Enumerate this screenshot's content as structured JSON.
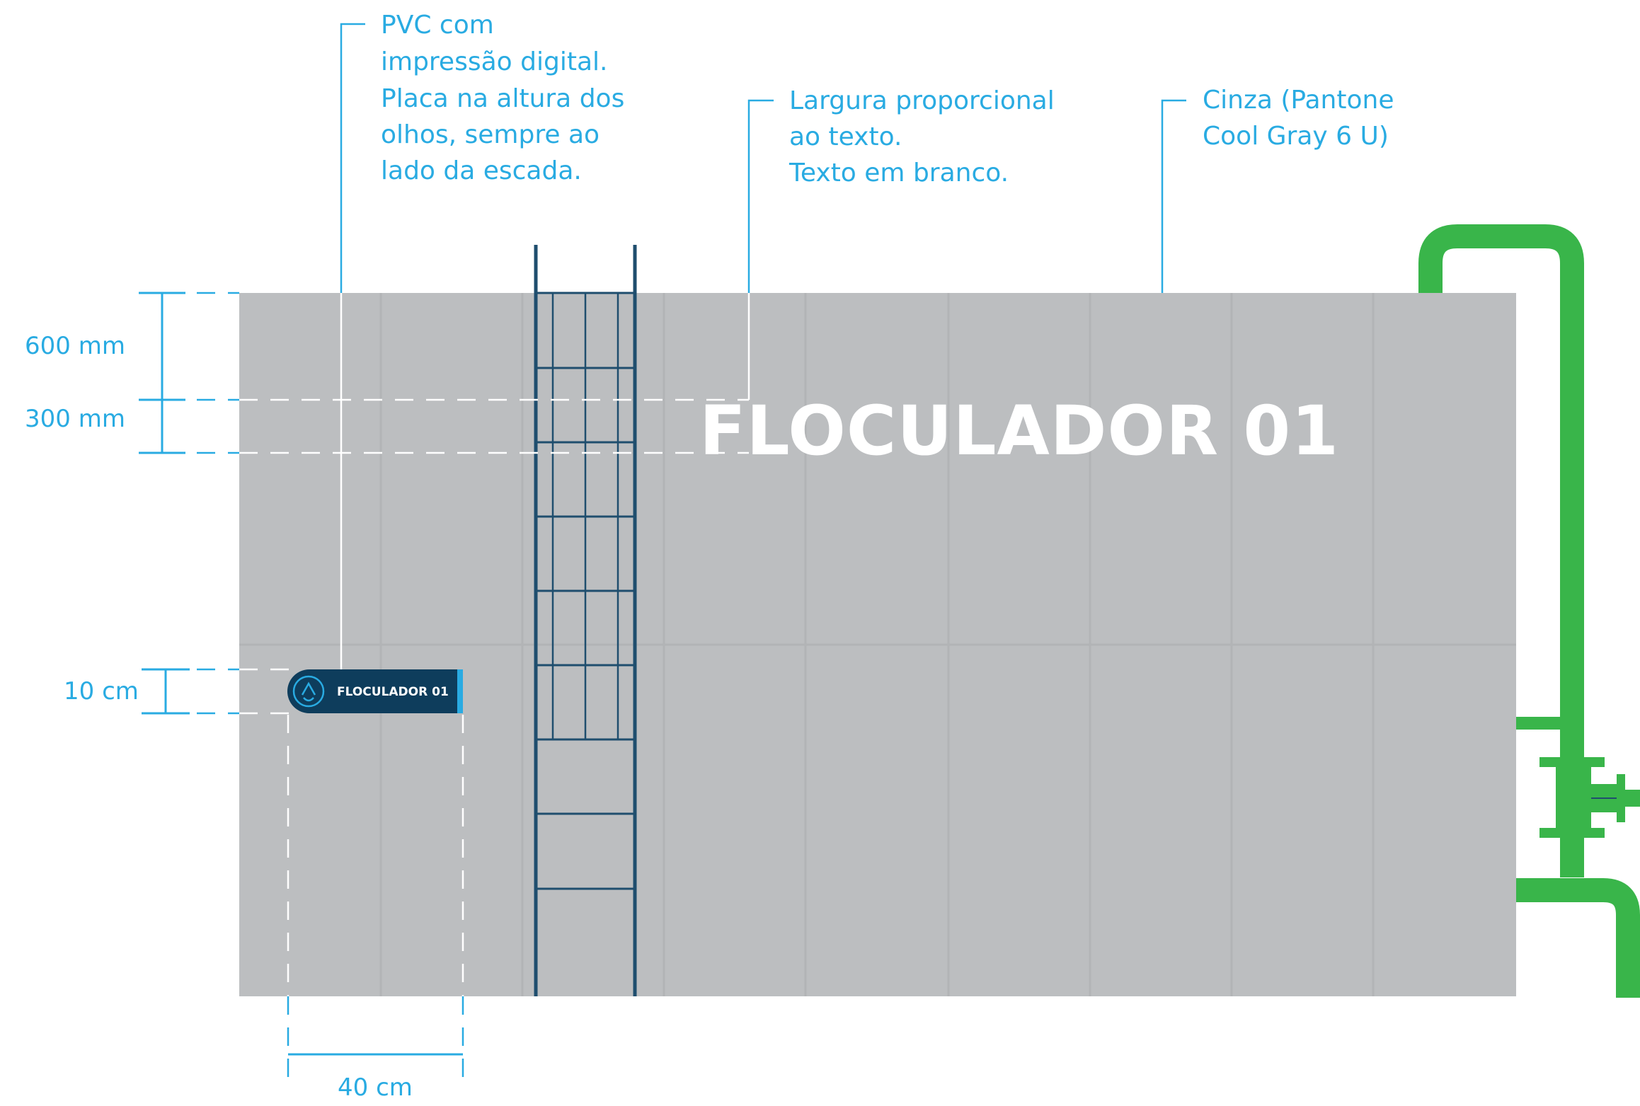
{
  "callouts": {
    "pvc": [
      "PVC com",
      "impressão digital.",
      "Placa na altura dos",
      "olhos, sempre ao",
      "lado da escada."
    ],
    "largura": [
      "Largura proporcional",
      "ao texto.",
      "Texto em branco."
    ],
    "cinza": [
      "Cinza (Pantone",
      "Cool Gray 6 U)"
    ]
  },
  "dimensions": {
    "d600": "600 mm",
    "d300": "300 mm",
    "d10": "10 cm",
    "d40": "40 cm"
  },
  "tank": {
    "label": "FLOCULADOR 01"
  },
  "plaque": {
    "label": "FLOCULADOR 01"
  },
  "colors": {
    "tank_gray": "#bcbec0",
    "annotation_blue": "#29abe2",
    "ladder_navy": "#1f4e6e",
    "plaque_navy": "#0e3d5c",
    "pipe_green": "#39b54a"
  },
  "icons": {
    "plaque_logo": "water-drop-logo-icon"
  }
}
